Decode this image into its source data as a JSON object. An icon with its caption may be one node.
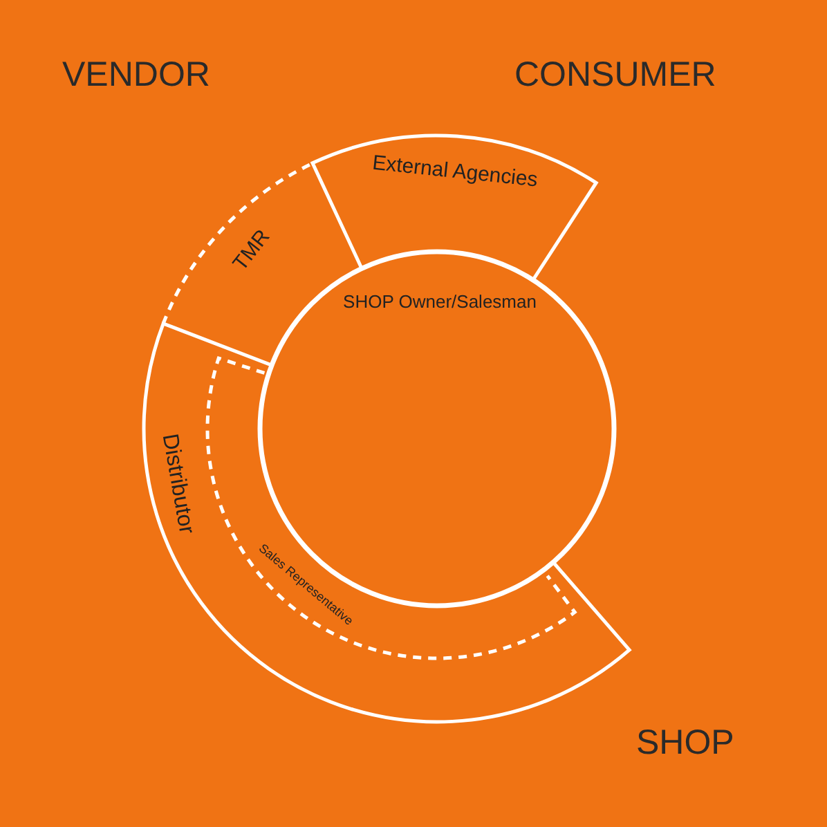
{
  "diagram": {
    "nodes": [
      {
        "text": [
          "External Agencies"
        ]
      },
      {
        "text": [
          "TMR"
        ]
      },
      {
        "text": [
          "SHOP Owner/Salesman"
        ]
      },
      {
        "text": [
          "Distributor"
        ]
      },
      {
        "text": [
          "Sales Representative"
        ],
        "in": 3
      }
    ],
    "labels": [
      "VENDOR",
      "CONSUMER",
      "SHOP"
    ]
  }
}
